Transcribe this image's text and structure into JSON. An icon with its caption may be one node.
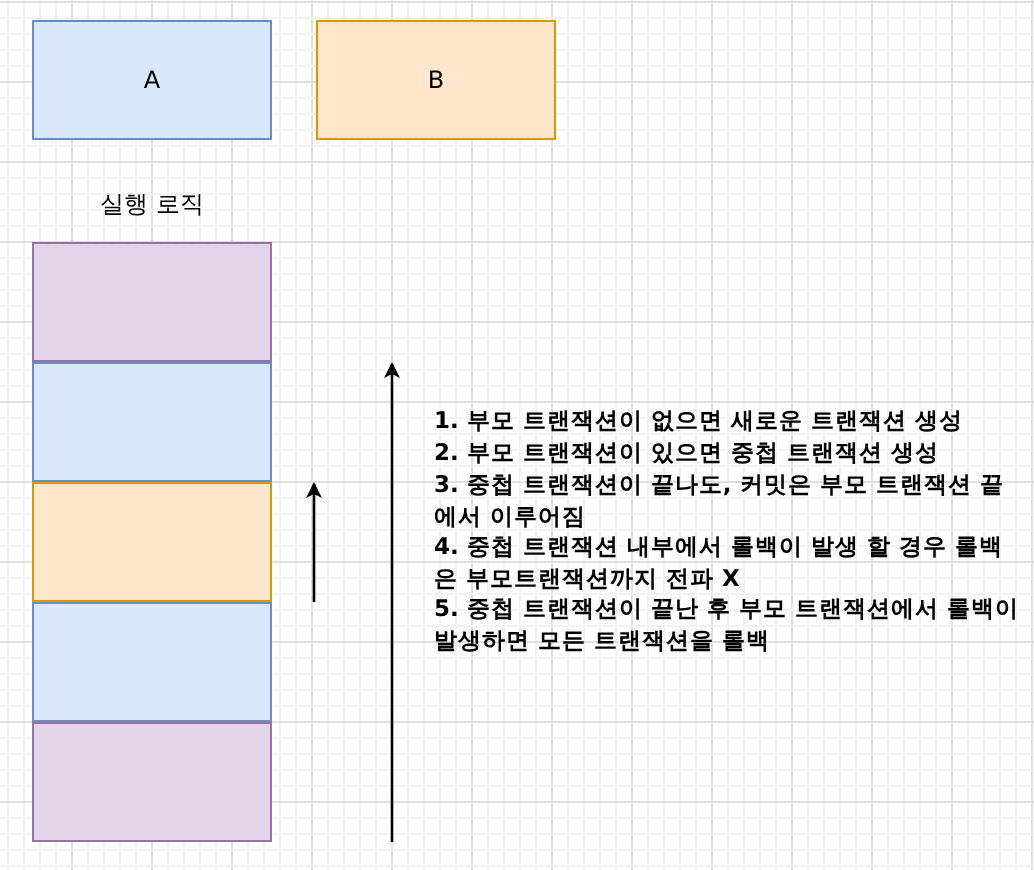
{
  "diagram": {
    "nodes": [
      {
        "text": [
          "A"
        ]
      },
      {
        "text": [
          "B"
        ]
      },
      {
        "text": [],
        "shape": "box"
      },
      {
        "text": [],
        "shape": "box"
      },
      {
        "text": [],
        "shape": "box"
      },
      {
        "text": [],
        "shape": "box"
      },
      {
        "text": [],
        "shape": "box"
      }
    ],
    "labels": [
      "실행 로직",
      "1. 부모 트랜잭션이 없으면 새로운 트랜잭션 생성",
      "2. 부모 트랜잭션이 있으면 중첩 트랜잭션 생성",
      "3. 중첩 트랜잭션이 끝나도, 커밋은 부모 트랜잭션 끝에서 이루어짐",
      "4. 중첩 트랜잭션 내부에서 롤백이 발생 할 경우 롤백은 부모트랜잭션까지 전파 X",
      "5. 중첩 트랜잭션이 끝난 후 부모 트랜잭션에서 롤백이 발생하면 모든 트랜잭션을 롤백"
    ]
  }
}
